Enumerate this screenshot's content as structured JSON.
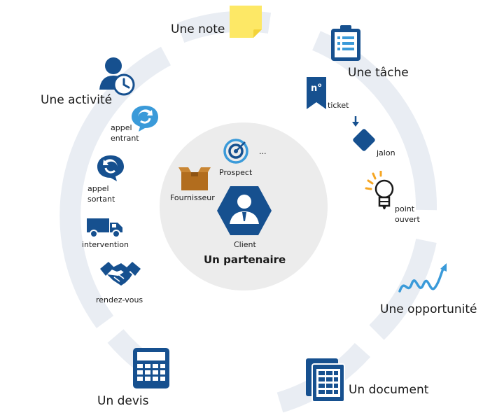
{
  "colors": {
    "ring": "#e9edf3",
    "circle": "#ececec",
    "navy": "#16508f",
    "sky": "#3a9ad9",
    "sticky": "#fde866",
    "box": "#b26d1e",
    "bulb": "#f6a623"
  },
  "center": {
    "title": "Un partenaire",
    "client": "Client",
    "prospect": "Prospect",
    "supplier": "Fournisseur",
    "more": "..."
  },
  "sections": {
    "note": "Une note",
    "task": "Une tâche",
    "activity": "Une activité",
    "opportunity": "Une opportunité",
    "document": "Un document",
    "quote": "Un devis"
  },
  "task_items": {
    "ticket": "ticket",
    "milestone": "jalon",
    "open_point_1": "point",
    "open_point_2": "ouvert"
  },
  "activity_items": {
    "incoming_1": "appel",
    "incoming_2": "entrant",
    "outgoing_1": "appel",
    "outgoing_2": "sortant",
    "intervention": "intervention",
    "meeting": "rendez-vous"
  },
  "icons": {
    "note": "sticky-note-icon",
    "task": "clipboard-checklist-icon",
    "ticket": "ticket-number-icon",
    "milestone": "milestone-icon",
    "open_point": "lightbulb-icon",
    "opportunity": "growth-curve-icon",
    "document": "spreadsheet-document-icon",
    "quote": "calculator-icon",
    "activity": "user-clock-icon",
    "incoming_call": "incoming-call-icon",
    "outgoing_call": "outgoing-call-icon",
    "intervention": "delivery-truck-icon",
    "meeting": "handshake-icon",
    "prospect": "target-icon",
    "supplier": "cardboard-box-icon",
    "client": "client-hexagon-icon"
  }
}
